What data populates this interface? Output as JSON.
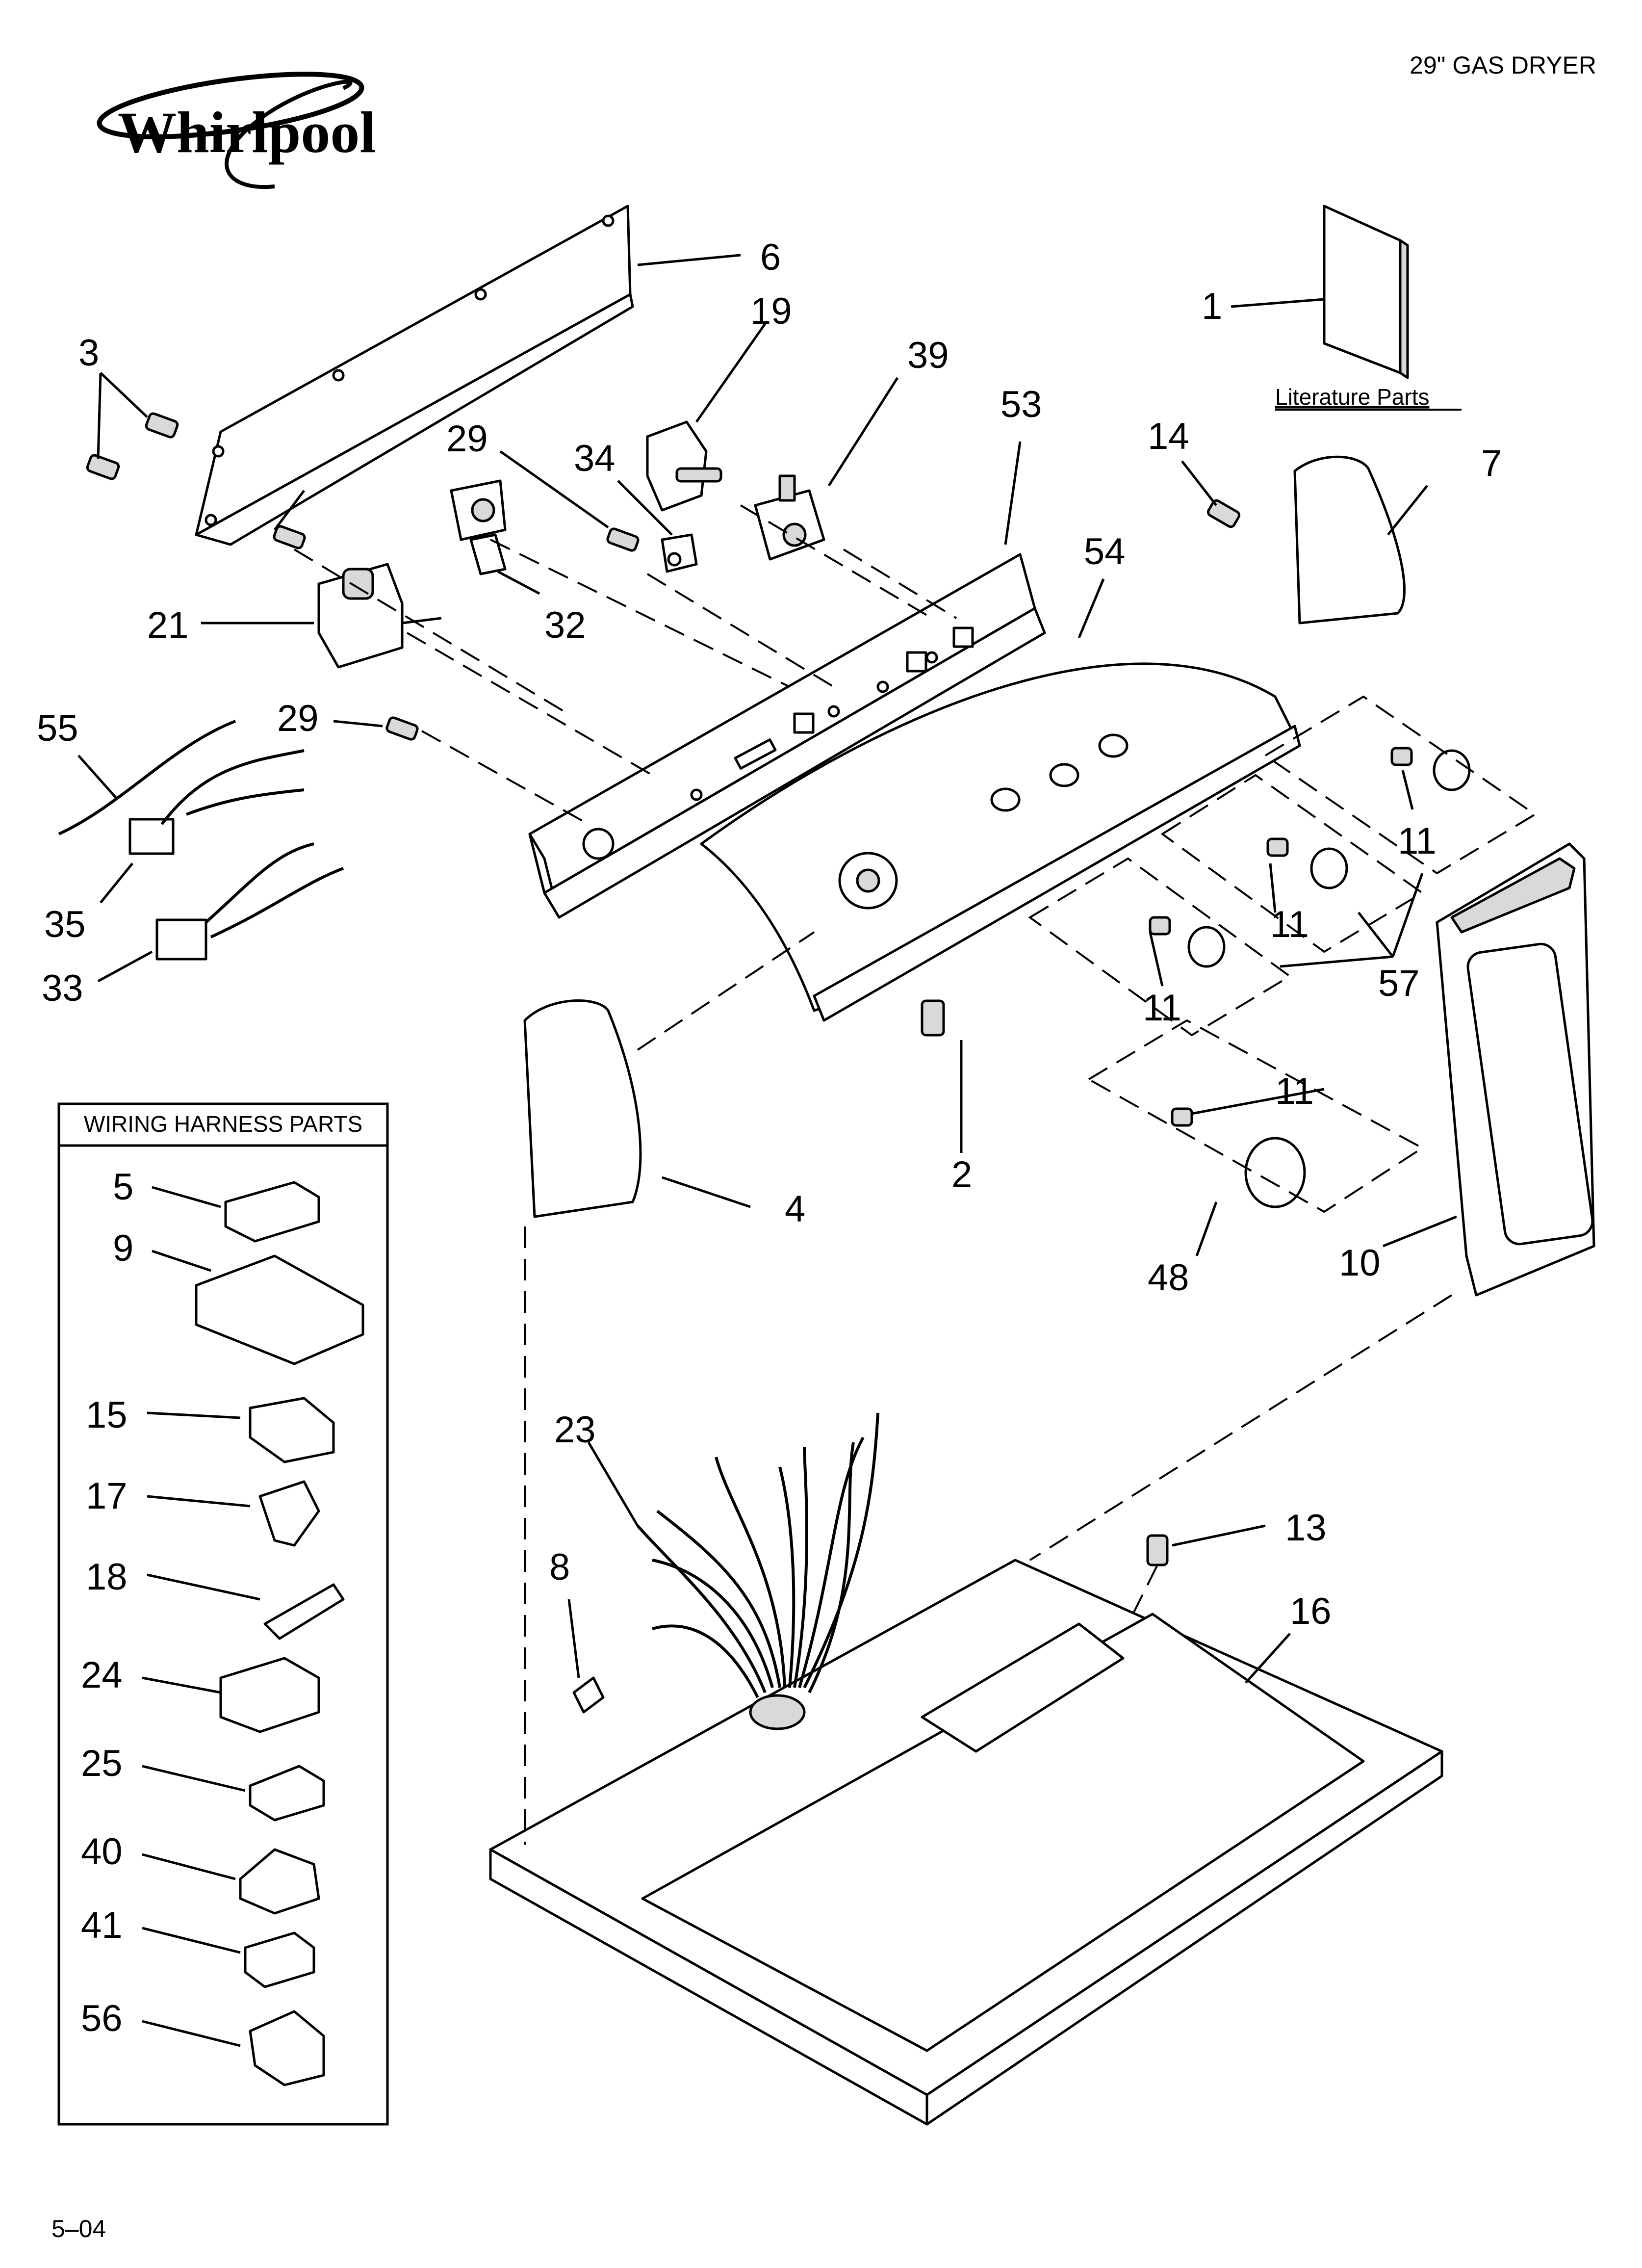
{
  "header": {
    "brand": "Whirlpool",
    "model_title": "29\" GAS DRYER"
  },
  "footer": {
    "page_code": "5–04"
  },
  "literature": {
    "caption": "Literature Parts"
  },
  "wiring_box": {
    "title": "WIRING HARNESS PARTS"
  },
  "callouts": {
    "c1": "1",
    "c2": "2",
    "c3": "3",
    "c4": "4",
    "c6": "6",
    "c7": "7",
    "c8": "8",
    "c10": "10",
    "c11a": "11",
    "c11b": "11",
    "c11c": "11",
    "c11d": "11",
    "c13": "13",
    "c14": "14",
    "c16": "16",
    "c19": "19",
    "c21": "21",
    "c23": "23",
    "c29a": "29",
    "c29b": "29",
    "c32": "32",
    "c33": "33",
    "c34": "34",
    "c35": "35",
    "c39": "39",
    "c48": "48",
    "c53": "53",
    "c54": "54",
    "c55": "55",
    "c57": "57",
    "w5": "5",
    "w9": "9",
    "w15": "15",
    "w17": "17",
    "w18": "18",
    "w24": "24",
    "w25": "25",
    "w40": "40",
    "w41": "41",
    "w56": "56"
  }
}
